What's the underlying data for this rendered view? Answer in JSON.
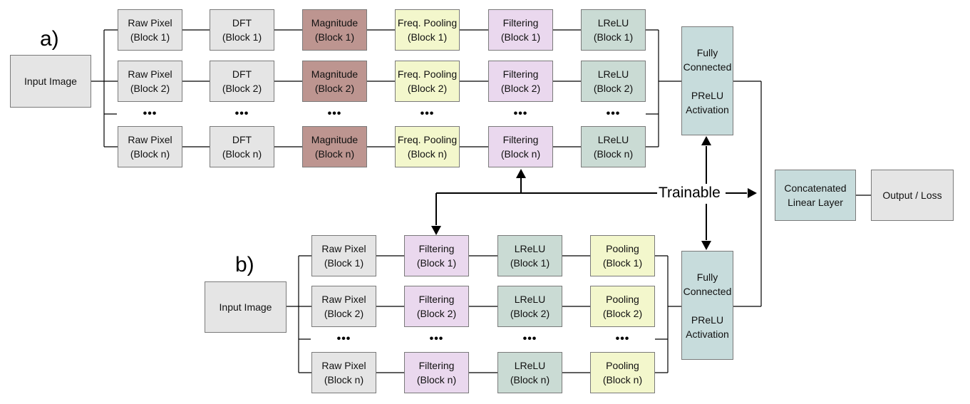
{
  "colors": {
    "gray": "#e5e5e5",
    "magnitude": "#bd9590",
    "yellow": "#f3f7cc",
    "purple": "#ead8ee",
    "green": "#cadbd4",
    "teal": "#c7dcdc",
    "line": "#000000"
  },
  "part_a": {
    "label": "a)",
    "input": "Input Image",
    "columns": [
      {
        "name": "Raw Pixel",
        "color": "gray"
      },
      {
        "name": "DFT",
        "color": "gray"
      },
      {
        "name": "Magnitude",
        "color": "magnitude"
      },
      {
        "name": "Freq. Pooling",
        "color": "yellow"
      },
      {
        "name": "Filtering",
        "color": "purple"
      },
      {
        "name": "LReLU",
        "color": "green"
      }
    ],
    "blocks": [
      "(Block 1)",
      "(Block 2)",
      "(Block n)"
    ],
    "ellipsis": "•••",
    "fc": "Fully\nConnected\n\nPReLU\nActivation"
  },
  "part_b": {
    "label": "b)",
    "input": "Input Image",
    "columns": [
      {
        "name": "Raw Pixel",
        "color": "gray"
      },
      {
        "name": "Filtering",
        "color": "purple"
      },
      {
        "name": "LReLU",
        "color": "green"
      },
      {
        "name": "Pooling",
        "color": "yellow"
      }
    ],
    "blocks": [
      "(Block 1)",
      "(Block 2)",
      "(Block n)"
    ],
    "ellipsis": "•••",
    "fc": "Fully\nConnected\n\nPReLU\nActivation"
  },
  "trainable": "Trainable",
  "concat": "Concatenated\nLinear Layer",
  "output": "Output / Loss"
}
